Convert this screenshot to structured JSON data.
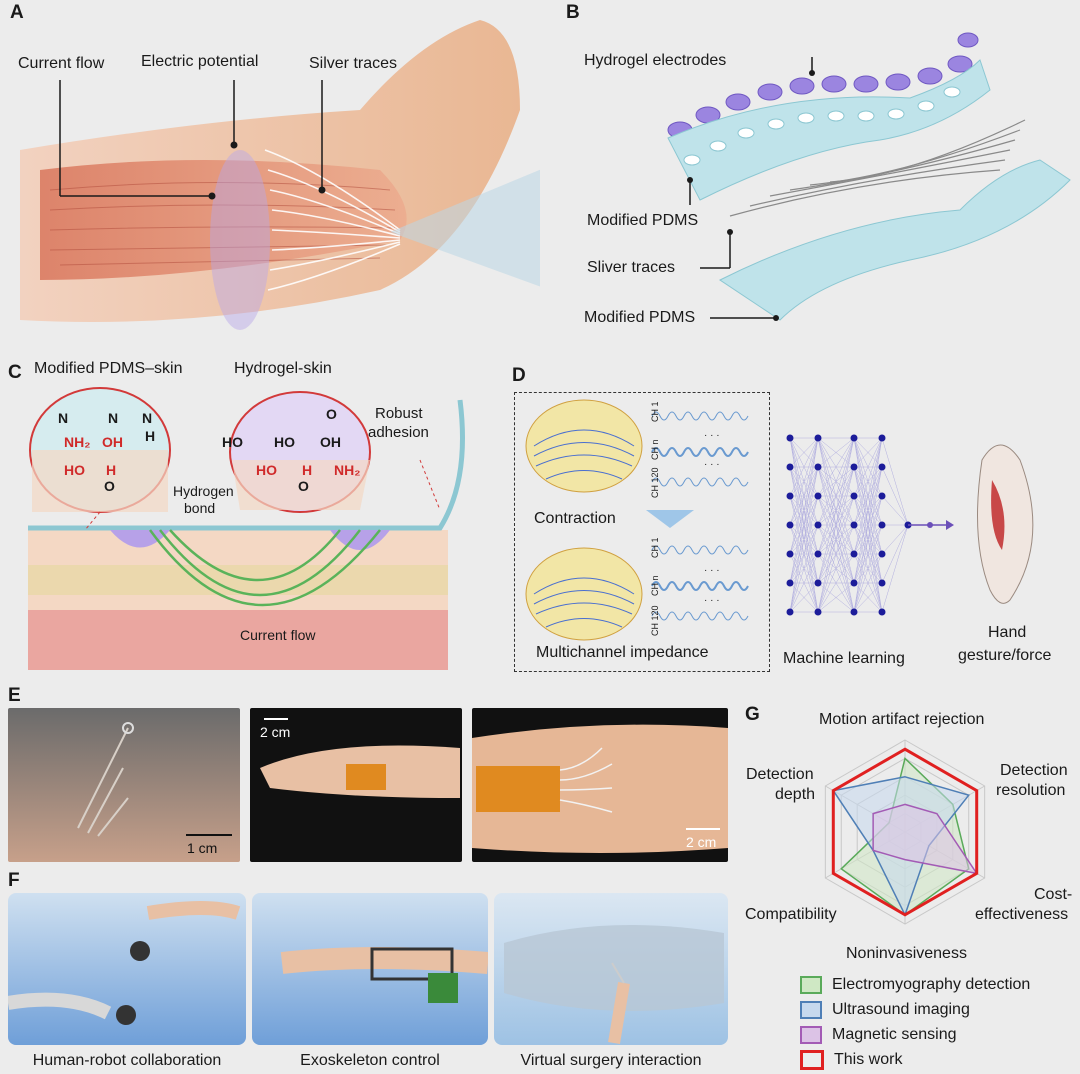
{
  "panels": {
    "A": {
      "letter": "A",
      "labels": {
        "current_flow": "Current flow",
        "electric_potential": "Electric potential",
        "silver_traces": "Silver traces"
      }
    },
    "B": {
      "letter": "B",
      "labels": {
        "hydrogel_electrodes": "Hydrogel electrodes",
        "modified_pdms_1": "Modified PDMS",
        "sliver_traces": "Sliver traces",
        "modified_pdms_2": "Modified PDMS"
      }
    },
    "C": {
      "letter": "C",
      "labels": {
        "pdms_skin": "Modified PDMS–skin",
        "hydrogel_skin": "Hydrogel-skin",
        "robust": "Robust",
        "adhesion": "adhesion",
        "hydrogen": "Hydrogen",
        "bond": "bond",
        "current_flow": "Current flow"
      },
      "chem": {
        "n": "N",
        "h": "H",
        "nh2": "NH₂",
        "oh": "OH",
        "ho": "HO",
        "o": "O",
        "o_eq": "O"
      }
    },
    "D": {
      "letter": "D",
      "labels": {
        "contraction": "Contraction",
        "multichannel": "Multichannel impedance",
        "machine_learning": "Machine learning",
        "hand": "Hand",
        "gesture": "gesture/force",
        "ch1": "CH 1",
        "chn": "CH n",
        "ch120": "CH 120",
        "dots": "· · ·"
      }
    },
    "E": {
      "letter": "E",
      "scales": {
        "s1": "1 cm",
        "s2": "2 cm",
        "s3": "2 cm"
      }
    },
    "F": {
      "letter": "F",
      "captions": [
        "Human-robot collaboration",
        "Exoskeleton control",
        "Virtual surgery interaction"
      ]
    },
    "G": {
      "letter": "G"
    }
  },
  "chart_data": {
    "type": "radar",
    "axes": [
      "Motion artifact rejection",
      "Detection resolution",
      "Cost-effectiveness",
      "Noninvasiveness",
      "Compatibility",
      "Detection depth"
    ],
    "axis_text": {
      "top": "Motion artifact rejection",
      "r1": "Detection",
      "r2": "resolution",
      "c1": "Cost-",
      "c2": "effectiveness",
      "bottom": "Noninvasiveness",
      "compat": "Compatibility",
      "d1": "Detection",
      "d2": "depth"
    },
    "levels": 5,
    "series": [
      {
        "name": "Electromyography detection",
        "values": [
          0.8,
          0.6,
          0.8,
          0.9,
          0.8,
          0.2
        ],
        "color": "#5aaa5a",
        "fill": "#cfe8c4"
      },
      {
        "name": "Ultrasound imaging",
        "values": [
          0.6,
          0.8,
          0.3,
          0.9,
          0.4,
          0.9
        ],
        "color": "#4f7fb6",
        "fill": "#c7d9ee"
      },
      {
        "name": "Magnetic sensing",
        "values": [
          0.3,
          0.4,
          0.9,
          0.3,
          0.4,
          0.4
        ],
        "color": "#a35bb5",
        "fill": "#dcc3e6"
      },
      {
        "name": "This work",
        "values": [
          0.9,
          0.9,
          0.9,
          0.9,
          0.9,
          0.9
        ],
        "color": "#e02020",
        "fill": "none"
      }
    ]
  }
}
